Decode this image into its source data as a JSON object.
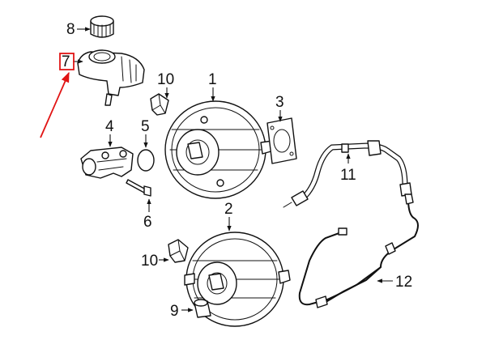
{
  "callouts": {
    "c1": "1",
    "c2": "2",
    "c3": "3",
    "c4": "4",
    "c5": "5",
    "c6": "6",
    "c7": "7",
    "c8": "8",
    "c9": "9",
    "c10a": "10",
    "c10b": "10",
    "c11": "11",
    "c12": "12"
  },
  "colors": {
    "highlight": "#e11414",
    "line": "#111111",
    "background": "#ffffff"
  },
  "selected_part": "7"
}
